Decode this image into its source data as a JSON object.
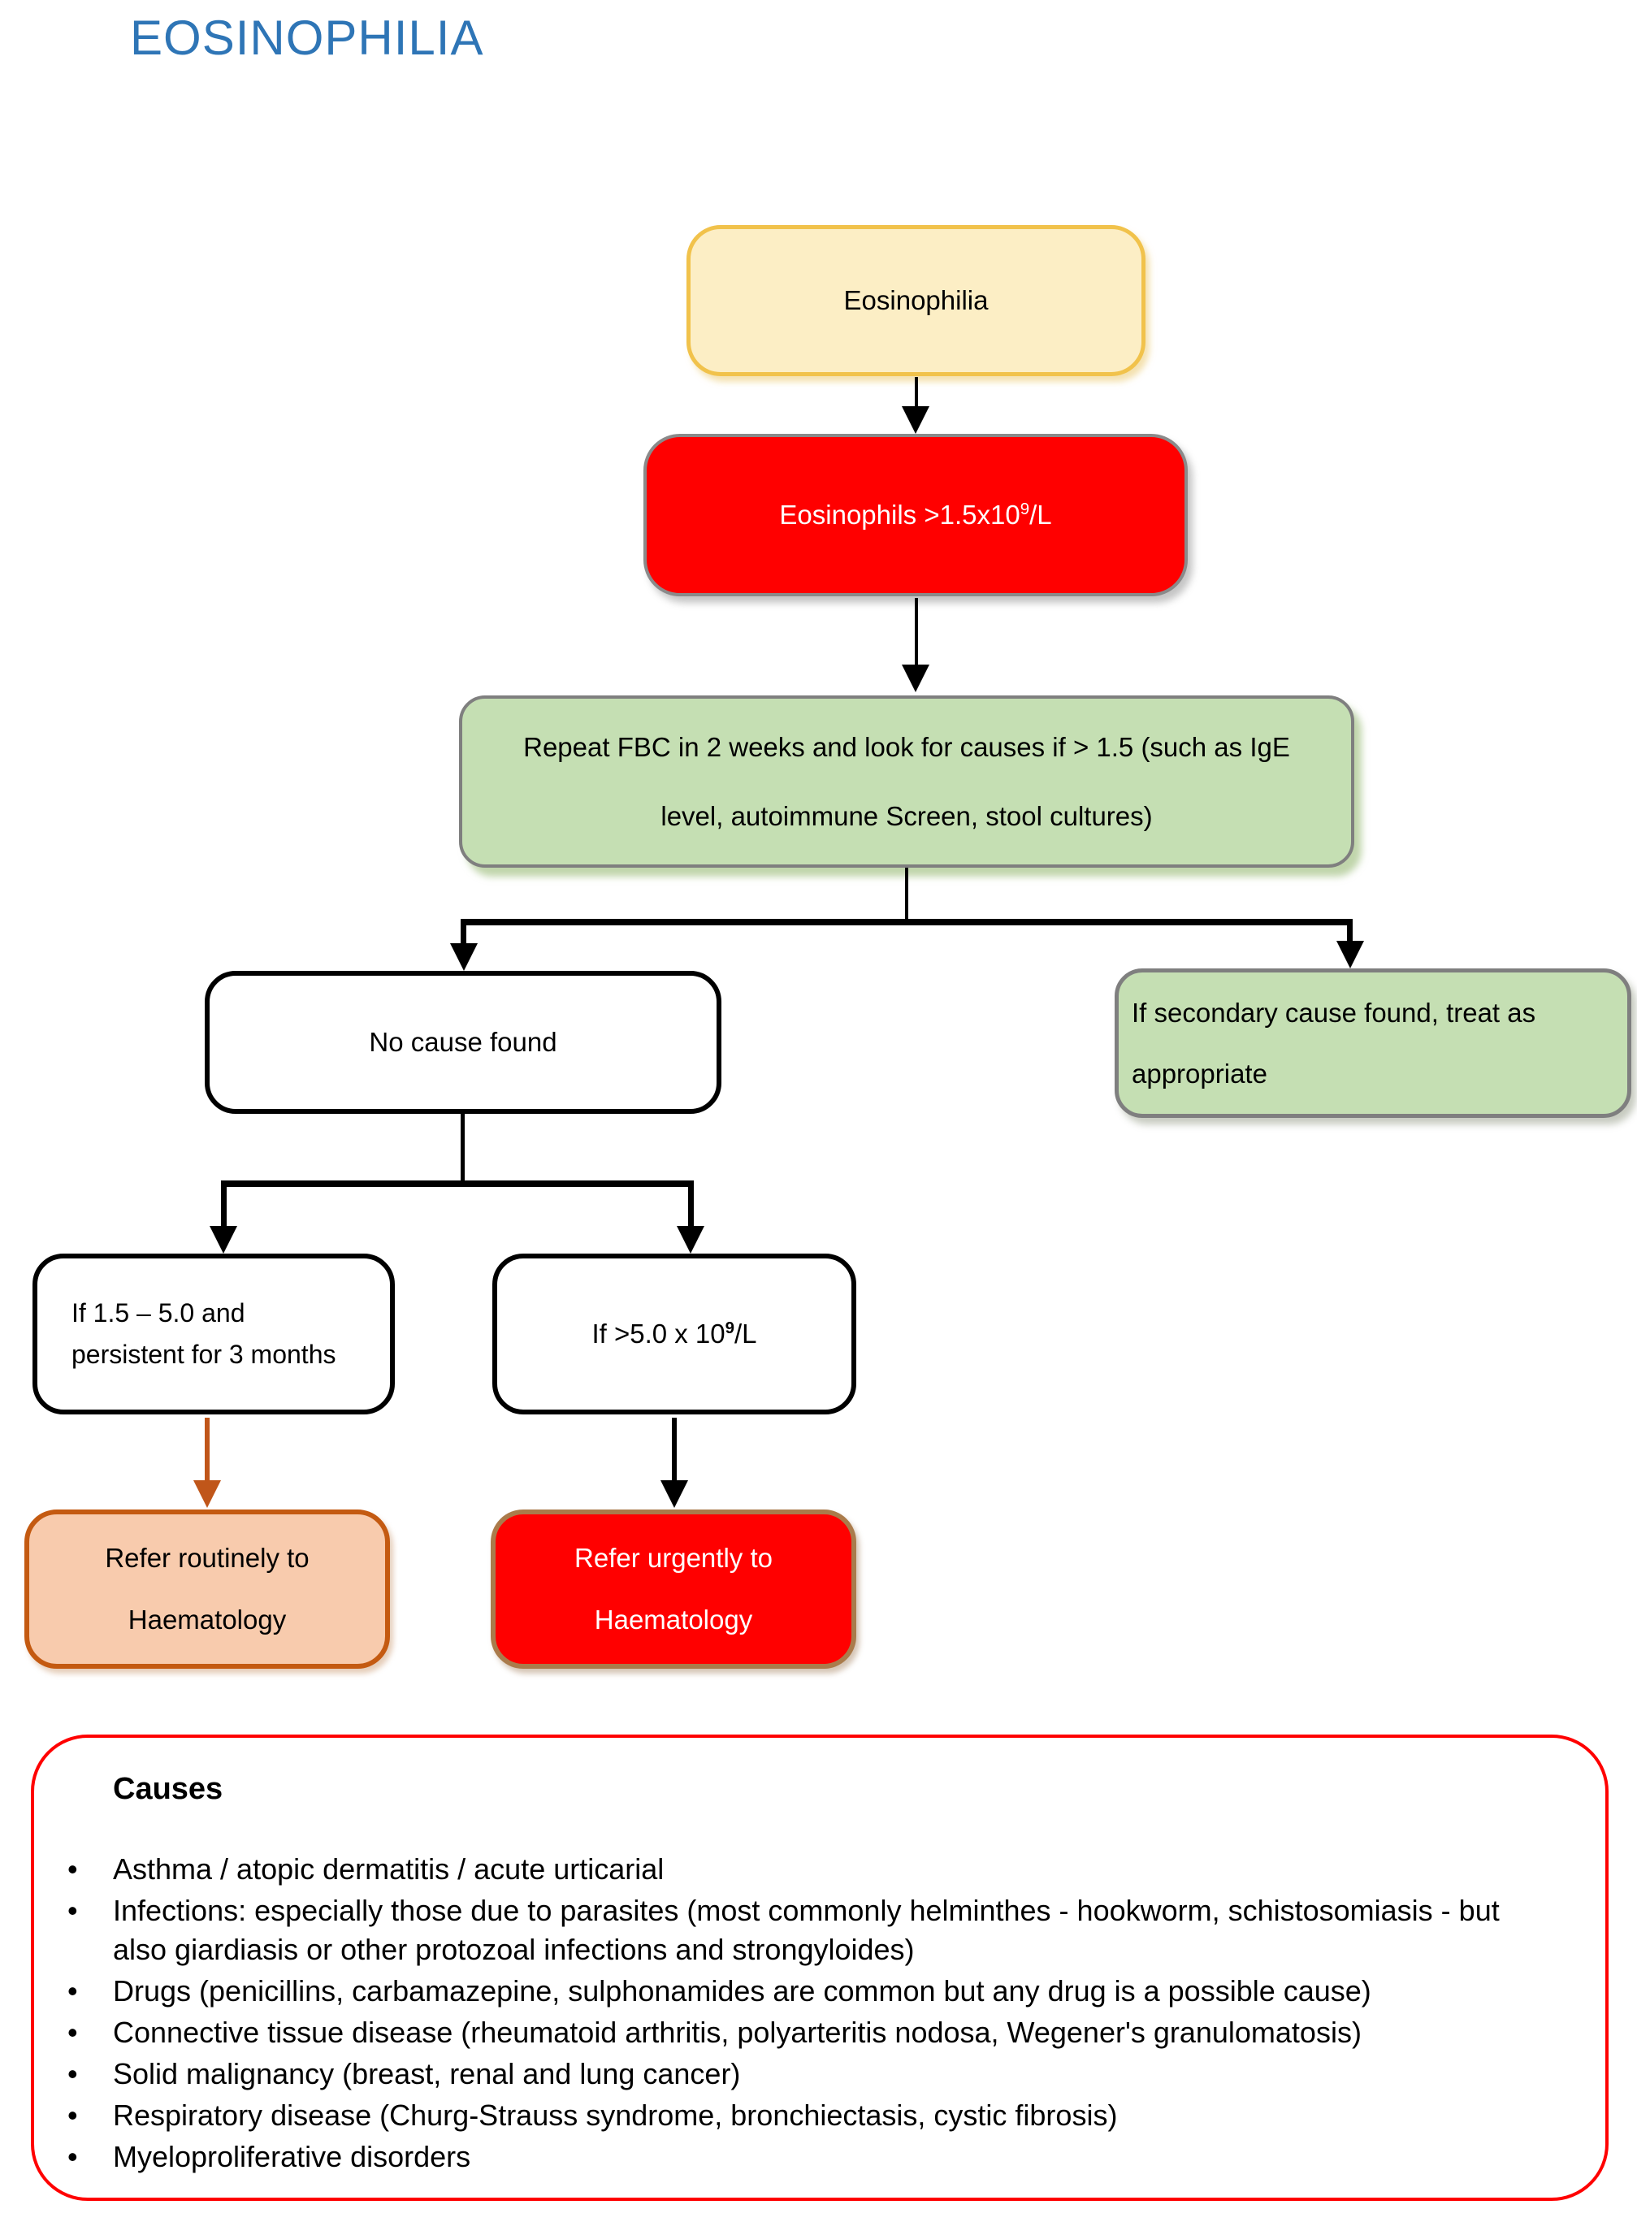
{
  "page": {
    "title": "EOSINOPHILIA"
  },
  "flowchart": {
    "nodes": {
      "eosinophilia": {
        "label": "Eosinophilia"
      },
      "threshold": {
        "prefix": "Eosinophils >1.5x10",
        "sup": "9",
        "suffix": "/L"
      },
      "repeat_fbc": {
        "line1": "Repeat FBC in 2 weeks and look for causes if > 1.5 (such as IgE",
        "line2": "level, autoimmune Screen, stool cultures)"
      },
      "no_cause": {
        "label": "No cause found"
      },
      "secondary_cause": {
        "line1": "If secondary cause found, treat as",
        "line2": "appropriate"
      },
      "persistent": {
        "line1": "If 1.5 – 5.0 and",
        "line2": "persistent for 3 months"
      },
      "over_five": {
        "prefix": "If >5.0 x 10",
        "sup": "9",
        "suffix": "/L"
      },
      "refer_routine": {
        "line1": "Refer routinely to",
        "line2": "Haematology"
      },
      "refer_urgent": {
        "line1": "Refer urgently to",
        "line2": "Haematology"
      }
    },
    "colors": {
      "title_blue": "#2E75B6",
      "yellow_fill": "#FCEEC5",
      "yellow_border": "#F1C24B",
      "red_fill": "#FF0000",
      "gray_border": "#7F7F7F",
      "green_fill": "#C5DFB3",
      "orange_fill": "#F8CBAD",
      "orange_border": "#C45A11",
      "brown_border": "#AA7B4B",
      "orange_arrow": "#C0561A",
      "causes_border": "#FF0000"
    }
  },
  "causes": {
    "heading": "Causes",
    "items": [
      "Asthma / atopic dermatitis / acute urticarial",
      "Infections: especially those due to parasites (most commonly helminthes - hookworm, schistosomiasis - but also giardiasis or other protozoal infections and strongyloides)",
      "Drugs (penicillins, carbamazepine, sulphonamides are common but any drug is a possible cause)",
      "Connective tissue disease (rheumatoid arthritis, polyarteritis nodosa, Wegener's granulomatosis)",
      "Solid malignancy (breast, renal and lung cancer)",
      "Respiratory disease (Churg-Strauss syndrome, bronchiectasis, cystic fibrosis)",
      "Myeloproliferative disorders"
    ]
  }
}
